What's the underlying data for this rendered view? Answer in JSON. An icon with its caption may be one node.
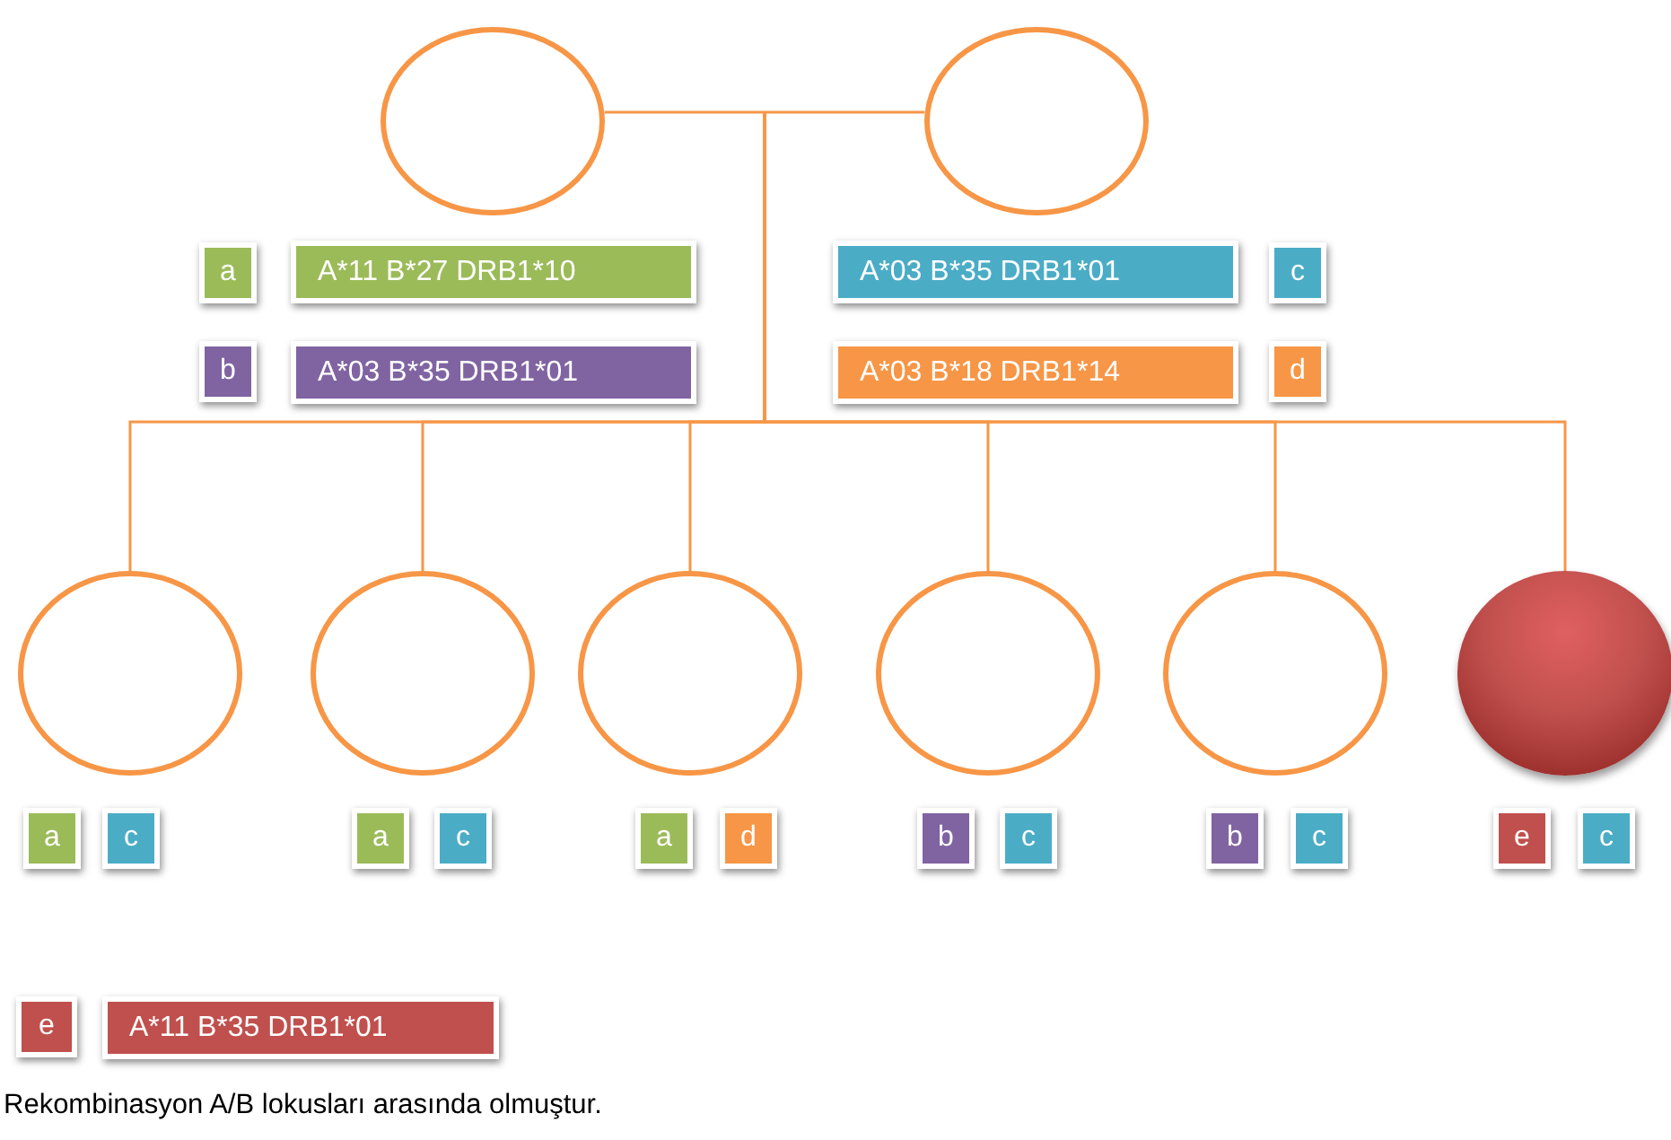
{
  "diagram": {
    "caption": "Rekombinasyon A/B lokusları arasında olmuştur.",
    "nodes": [
      {
        "text": [],
        "shape": "circle"
      },
      {
        "text": [],
        "shape": "circle"
      },
      {
        "text": [
          "a"
        ]
      },
      {
        "text": [
          "A*11 B*27 DRB1*10"
        ]
      },
      {
        "text": [
          "A*03 B*35 DRB1*01"
        ]
      },
      {
        "text": [
          "c"
        ]
      },
      {
        "text": [
          "b"
        ]
      },
      {
        "text": [
          "A*03 B*35 DRB1*01"
        ]
      },
      {
        "text": [
          "A*03 B*18 DRB1*14"
        ]
      },
      {
        "text": [
          "d"
        ]
      },
      {
        "text": [],
        "shape": "circle"
      },
      {
        "text": [],
        "shape": "circle"
      },
      {
        "text": [],
        "shape": "circle"
      },
      {
        "text": [],
        "shape": "circle"
      },
      {
        "text": [],
        "shape": "circle"
      },
      {
        "text": [],
        "shape": "circle"
      },
      {
        "text": [
          "a"
        ]
      },
      {
        "text": [
          "c"
        ]
      },
      {
        "text": [
          "a"
        ]
      },
      {
        "text": [
          "c"
        ]
      },
      {
        "text": [
          "a"
        ]
      },
      {
        "text": [
          "d"
        ]
      },
      {
        "text": [
          "b"
        ]
      },
      {
        "text": [
          "c"
        ]
      },
      {
        "text": [
          "b"
        ]
      },
      {
        "text": [
          "c"
        ]
      },
      {
        "text": [
          "e"
        ]
      },
      {
        "text": [
          "c"
        ]
      },
      {
        "text": [
          "e"
        ]
      },
      {
        "text": [
          "A*11 B*35 DRB1*01"
        ]
      }
    ],
    "edges": [
      {
        "from": 0,
        "to": 1,
        "arrow": "none"
      },
      {
        "from": null,
        "to": 10,
        "arrow": "none"
      },
      {
        "from": null,
        "to": 11,
        "arrow": "none"
      },
      {
        "from": null,
        "to": 12,
        "arrow": "none"
      },
      {
        "from": null,
        "to": 13,
        "arrow": "none"
      },
      {
        "from": null,
        "to": 14,
        "arrow": "none"
      },
      {
        "from": null,
        "to": 15,
        "arrow": "none"
      }
    ]
  }
}
